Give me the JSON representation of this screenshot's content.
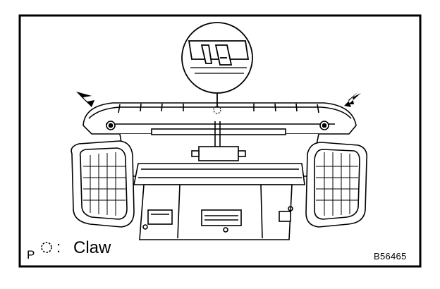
{
  "legend": {
    "marker": "P",
    "claw_label": "Claw",
    "claw_icon": "dashed-circle-icon"
  },
  "figure_code": "B56465",
  "colors": {
    "line": "#000000",
    "background": "#ffffff"
  }
}
